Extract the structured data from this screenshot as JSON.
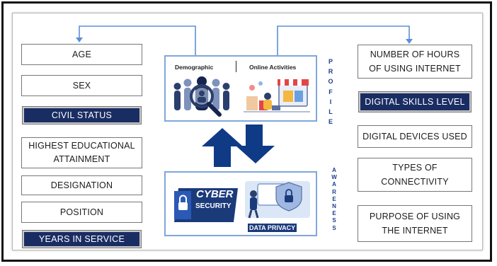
{
  "left_column": [
    {
      "label": "AGE",
      "highlighted": false
    },
    {
      "label": "SEX",
      "highlighted": false
    },
    {
      "label": "CIVIL STATUS",
      "highlighted": true
    },
    {
      "label": "HIGHEST EDUCATIONAL ATTAINMENT",
      "highlighted": false
    },
    {
      "label": "DESIGNATION",
      "highlighted": false
    },
    {
      "label": "POSITION",
      "highlighted": false
    },
    {
      "label": "YEARS IN SERVICE",
      "highlighted": true
    }
  ],
  "right_column": [
    {
      "label": "NUMBER OF HOURS OF USING INTERNET",
      "highlighted": false
    },
    {
      "label": "DIGITAL SKILLS LEVEL",
      "highlighted": true
    },
    {
      "label": "DIGITAL DEVICES USED",
      "highlighted": false
    },
    {
      "label": "TYPES OF CONNECTIVITY",
      "highlighted": false
    },
    {
      "label": "PURPOSE OF USING THE INTERNET",
      "highlighted": false
    }
  ],
  "profile_panel": {
    "left_label": "Demographic",
    "right_label": "Online Activities",
    "side_label": "PROFILE"
  },
  "awareness_panel": {
    "cyber_line1": "CYBER",
    "cyber_line2": "SECURITY",
    "privacy_label": "DATA PRIVACY",
    "side_label": "AWARENESS"
  },
  "colors": {
    "highlight": "#1a2d63",
    "connector": "#5b8fd6",
    "arrow": "#0f3a86",
    "panel_border": "#7fa7dc"
  }
}
